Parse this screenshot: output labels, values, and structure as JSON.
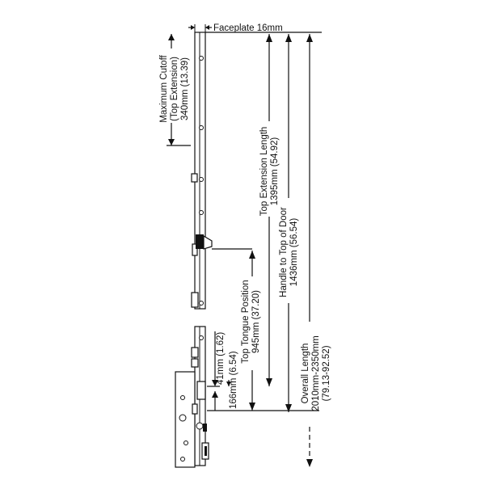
{
  "labels": {
    "faceplate": "Faceplate 16mm",
    "max_cutoff_1": "Maximum Cutoff",
    "max_cutoff_2": "(Top Extension)",
    "max_cutoff_3": "340mm (13.39)",
    "top_ext_1": "Top Extension Length",
    "top_ext_2": "1395mm (54.92)",
    "handle_1": "Handle to Top of Door",
    "handle_2": "1436mm (56.54)",
    "overall_1": "Overall Length",
    "overall_2": "2010mm-2350mm",
    "overall_3": "(79.13-92.52)",
    "tongue_1": "Top Tongue Position",
    "tongue_2": "945mm (37.20)",
    "dim_41": "41mm (1.62)",
    "dim_166": "166mm (6.54)"
  }
}
